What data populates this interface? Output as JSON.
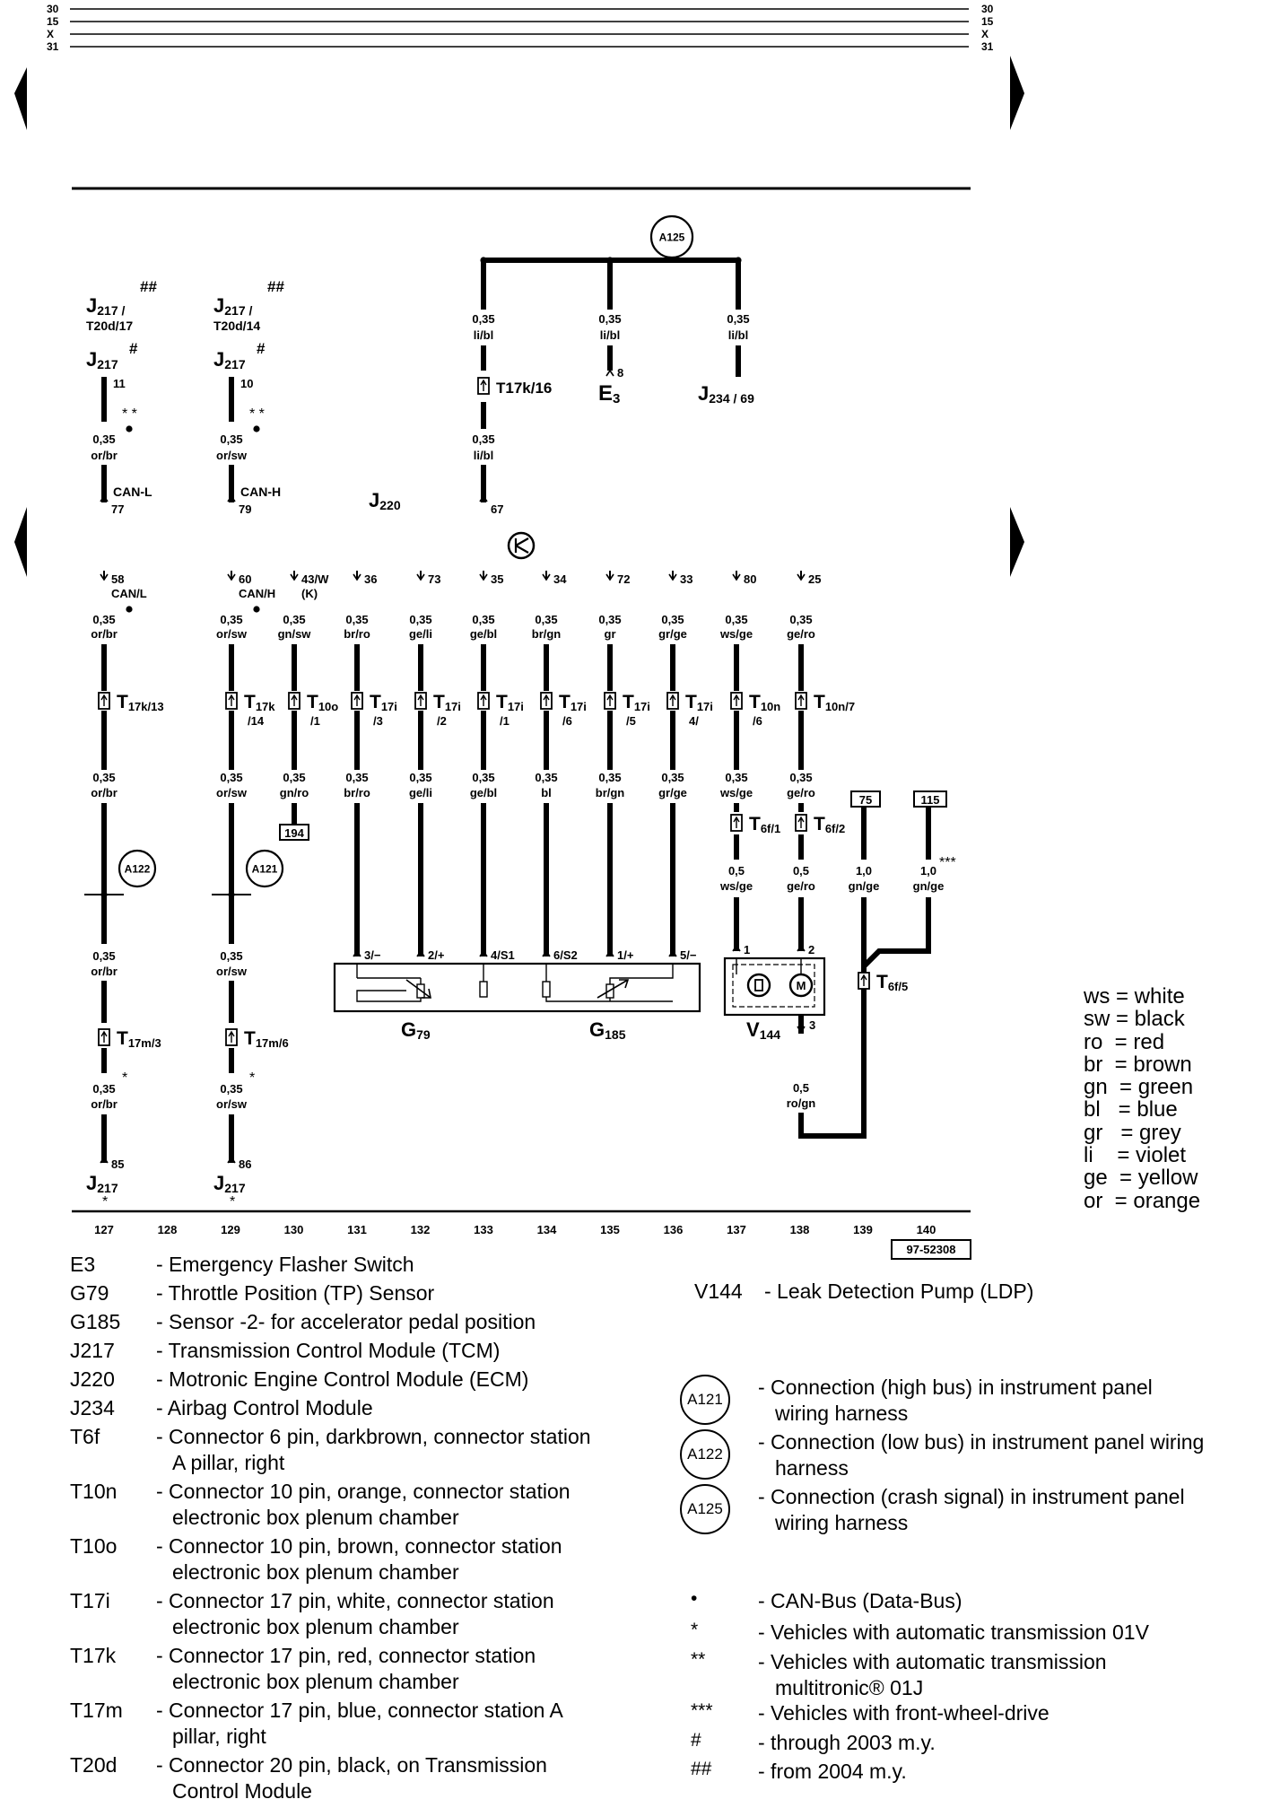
{
  "rails": [
    "30",
    "15",
    "X",
    "31"
  ],
  "nodes": {
    "A125": "A125",
    "A122": "A122",
    "A121": "A121",
    "J220": "J220",
    "E3": "E3",
    "E3_pin": "8",
    "J234": "J234 / 69",
    "T17k16": "T17k/16",
    "pin67": "67",
    "G79": "G79",
    "G185": "G185",
    "V144": "V144",
    "box75": "75",
    "box115": "115",
    "box194": "194",
    "ref": "97-52308"
  },
  "top_left": {
    "col1": {
      "hh": "##",
      "j217a": "J217 /",
      "t20d": "T20d/17",
      "h": "#",
      "j217b": "J217",
      "pin": "11",
      "stars": "* *",
      "gauge": "0,35",
      "color": "or/br",
      "can": "CAN-L",
      "pin2": "77"
    },
    "col2": {
      "hh": "##",
      "j217a": "J217 /",
      "t20d": "T20d/14",
      "h": "#",
      "j217b": "J217",
      "pin": "10",
      "stars": "* *",
      "gauge": "0,35",
      "color": "or/sw",
      "can": "CAN-H",
      "pin2": "79"
    }
  },
  "a125_wires": [
    {
      "gauge": "0,35",
      "color": "li/bl"
    },
    {
      "gauge": "0,35",
      "color": "li/bl"
    },
    {
      "gauge": "0,35",
      "color": "li/bl"
    },
    {
      "gauge": "0,35",
      "color": "li/bl"
    }
  ],
  "ecm_pins": [
    {
      "pin": "58",
      "sub": "CAN/L",
      "g1": "0,35",
      "c1": "or/br",
      "conn": "T17k/13",
      "g2": "0,35",
      "c2": "or/br"
    },
    {
      "pin": "60",
      "sub": "CAN/H",
      "g1": "0,35",
      "c1": "or/sw",
      "conn": "T17k",
      "conn2": "/14",
      "g2": "0,35",
      "c2": "or/sw"
    },
    {
      "pin": "43/W",
      "sub": "(K)",
      "g1": "0,35",
      "c1": "gn/sw",
      "conn": "T10o",
      "conn2": "/1",
      "g2": "0,35",
      "c2": "gn/ro"
    },
    {
      "pin": "36",
      "g1": "0,35",
      "c1": "br/ro",
      "conn": "T17i",
      "conn2": "/3",
      "g2": "0,35",
      "c2": "br/ro",
      "cpin": "3/−"
    },
    {
      "pin": "73",
      "g1": "0,35",
      "c1": "ge/li",
      "conn": "T17i",
      "conn2": "/2",
      "g2": "0,35",
      "c2": "ge/li",
      "cpin": "2/+"
    },
    {
      "pin": "35",
      "g1": "0,35",
      "c1": "ge/bl",
      "conn": "T17i",
      "conn2": "/1",
      "g2": "0,35",
      "c2": "ge/bl",
      "cpin": "4/S1"
    },
    {
      "pin": "34",
      "g1": "0,35",
      "c1": "br/gn",
      "conn": "T17i",
      "conn2": "/6",
      "g2": "0,35",
      "c2": "bl",
      "cpin": "6/S2"
    },
    {
      "pin": "72",
      "g1": "0,35",
      "c1": "gr",
      "conn": "T17i",
      "conn2": "/5",
      "g2": "0,35",
      "c2": "br/gn",
      "cpin": "1/+"
    },
    {
      "pin": "33",
      "g1": "0,35",
      "c1": "gr/ge",
      "conn": "T17i",
      "conn2": "4/",
      "g2": "0,35",
      "c2": "gr/ge",
      "cpin": "5/−"
    },
    {
      "pin": "80",
      "g1": "0,35",
      "c1": "ws/ge",
      "conn": "T10n",
      "conn2": "/6",
      "g2": "0,35",
      "c2": "ws/ge",
      "conn3": "T6f/1",
      "g3": "0,5",
      "c3": "ws/ge",
      "cpin": "1"
    },
    {
      "pin": "25",
      "g1": "0,35",
      "c1": "ge/ro",
      "conn": "T10n/7",
      "g2": "0,35",
      "c2": "ge/ro",
      "conn3": "T6f/2",
      "g3": "0,5",
      "c3": "ge/ro",
      "cpin": "2"
    }
  ],
  "lower_left": {
    "col1": {
      "g": "0,35",
      "c": "or/br",
      "conn": "T17m/3",
      "star": "*",
      "g2": "0,35",
      "c2": "or/br",
      "pin": "85",
      "j": "J217",
      "jstar": "*"
    },
    "col2": {
      "g": "0,35",
      "c": "or/sw",
      "conn": "T17m/6",
      "star": "*",
      "g2": "0,35",
      "c2": "or/sw",
      "pin": "86",
      "j": "J217",
      "jstar": "*"
    }
  },
  "right_wires": {
    "w75": {
      "g": "1,0",
      "c": "gn/ge"
    },
    "w115": {
      "g": "1,0",
      "c": "gn/ge",
      "stars": "***"
    },
    "t6f5": "T6f/5",
    "v144_pin3": "3",
    "bottom": {
      "g": "0,5",
      "c": "ro/gn"
    }
  },
  "track_numbers": [
    "127",
    "128",
    "129",
    "130",
    "131",
    "132",
    "133",
    "134",
    "135",
    "136",
    "137",
    "138",
    "139",
    "140"
  ],
  "color_key": [
    "ws = white",
    "sw = black",
    "ro  = red",
    "br  = brown",
    "gn  = green",
    "bl   = blue",
    "gr   = grey",
    "li    = violet",
    "ge  = yellow",
    "or  = orange"
  ],
  "legend_left": [
    {
      "code": "E3",
      "desc": "- Emergency Flasher Switch"
    },
    {
      "code": "G79",
      "desc": "- Throttle Position (TP) Sensor"
    },
    {
      "code": "G185",
      "desc": "- Sensor -2- for accelerator pedal position"
    },
    {
      "code": "J217",
      "desc": "- Transmission Control Module (TCM)"
    },
    {
      "code": "J220",
      "desc": "- Motronic Engine Control Module (ECM)"
    },
    {
      "code": "J234",
      "desc": "- Airbag Control Module"
    },
    {
      "code": "T6f",
      "desc": "- Connector 6 pin, darkbrown, connector station",
      "desc2": "A pillar, right"
    },
    {
      "code": "T10n",
      "desc": "- Connector 10 pin, orange, connector station",
      "desc2": "electronic box plenum chamber"
    },
    {
      "code": "T10o",
      "desc": "- Connector 10 pin, brown, connector station",
      "desc2": "electronic box plenum chamber"
    },
    {
      "code": "T17i",
      "desc": "- Connector 17 pin, white, connector station",
      "desc2": "electronic box plenum chamber"
    },
    {
      "code": "T17k",
      "desc": "- Connector 17 pin, red, connector station",
      "desc2": "electronic box plenum chamber"
    },
    {
      "code": "T17m",
      "desc": "- Connector 17 pin, blue, connector station A",
      "desc2": "pillar, right"
    },
    {
      "code": "T20d",
      "desc": "- Connector 20 pin, black, on Transmission",
      "desc2": "Control Module"
    }
  ],
  "legend_right_top": {
    "code": "V144",
    "desc": "- Leak Detection Pump (LDP)"
  },
  "legend_circles": [
    {
      "label": "A121",
      "desc": "- Connection (high bus) in instrument panel",
      "desc2": "wiring harness"
    },
    {
      "label": "A122",
      "desc": "- Connection (low bus) in instrument panel wiring",
      "desc2": "harness"
    },
    {
      "label": "A125",
      "desc": "- Connection (crash signal) in instrument panel",
      "desc2": "wiring harness"
    }
  ],
  "legend_symbols": [
    {
      "sym": "•",
      "desc": "- CAN-Bus (Data-Bus)"
    },
    {
      "sym": "*",
      "desc": "- Vehicles with automatic transmission 01V"
    },
    {
      "sym": "**",
      "desc": "- Vehicles with automatic transmission",
      "desc2": "multitronic® 01J"
    },
    {
      "sym": "***",
      "desc": "- Vehicles with front-wheel-drive"
    },
    {
      "sym": "#",
      "desc": "- through 2003 m.y."
    },
    {
      "sym": "##",
      "desc": "- from 2004 m.y."
    }
  ]
}
